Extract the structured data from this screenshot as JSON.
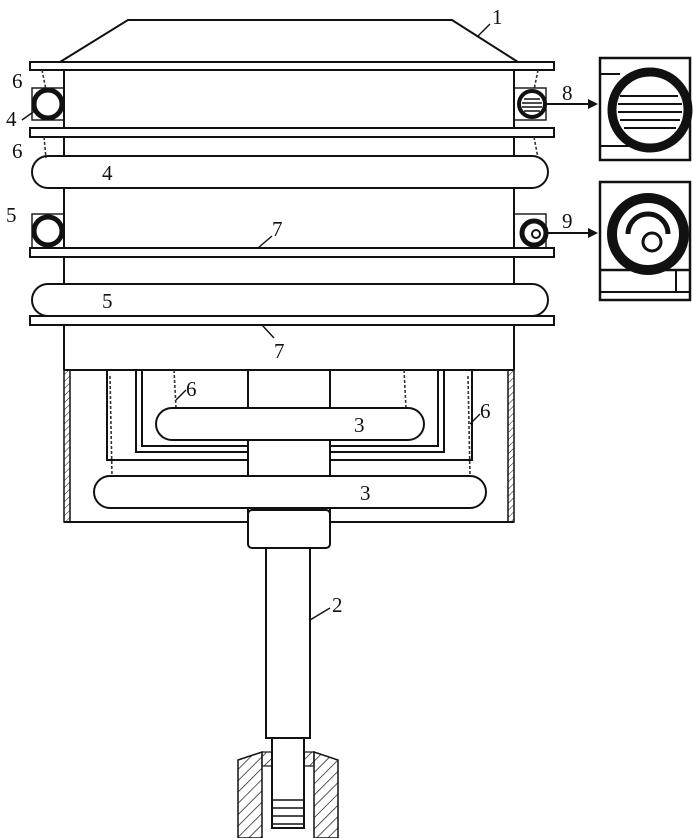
{
  "labels": {
    "housing_cover": "1",
    "shaft": "2",
    "inner_ring_upper": "3",
    "inner_ring_lower": "3",
    "ring4_left": "4",
    "ring4_main": "4",
    "ring5_left": "5",
    "ring5_main": "5",
    "chain_upper_left_a": "6",
    "chain_upper_left_b": "6",
    "chain_inner_left": "6",
    "chain_inner_right": "6",
    "plate_upper": "7",
    "plate_lower": "7",
    "detail_upper": "8",
    "detail_lower": "9"
  },
  "colors": {
    "ink": "#111111",
    "paper": "#ffffff"
  }
}
